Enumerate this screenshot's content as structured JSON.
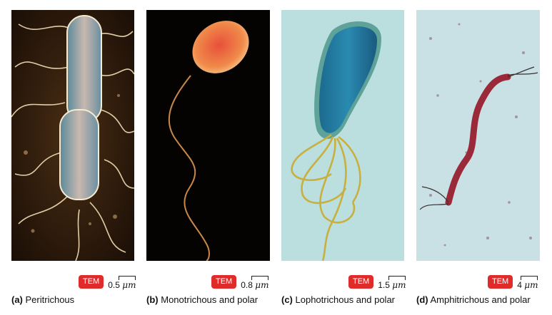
{
  "panels": [
    {
      "letter": "(a)",
      "name": "Peritrichous",
      "tag": "TEM",
      "scale_value": "0.5",
      "scale_unit": "μm"
    },
    {
      "letter": "(b)",
      "name": "Monotrichous and polar",
      "tag": "TEM",
      "scale_value": "0.8",
      "scale_unit": "μm"
    },
    {
      "letter": "(c)",
      "name": "Lophotrichous and polar",
      "tag": "TEM",
      "scale_value": "1.5",
      "scale_unit": "μm"
    },
    {
      "letter": "(d)",
      "name": "Amphitrichous and polar",
      "tag": "TEM",
      "scale_value": "4",
      "scale_unit": "μm"
    }
  ],
  "colors": {
    "badge": "#e02b2b",
    "panel_a_bg": "#2a1a0c",
    "panel_b_bg": "#050302",
    "panel_c_bg": "#d6ecec",
    "panel_d_bg": "#c9e0e4"
  }
}
